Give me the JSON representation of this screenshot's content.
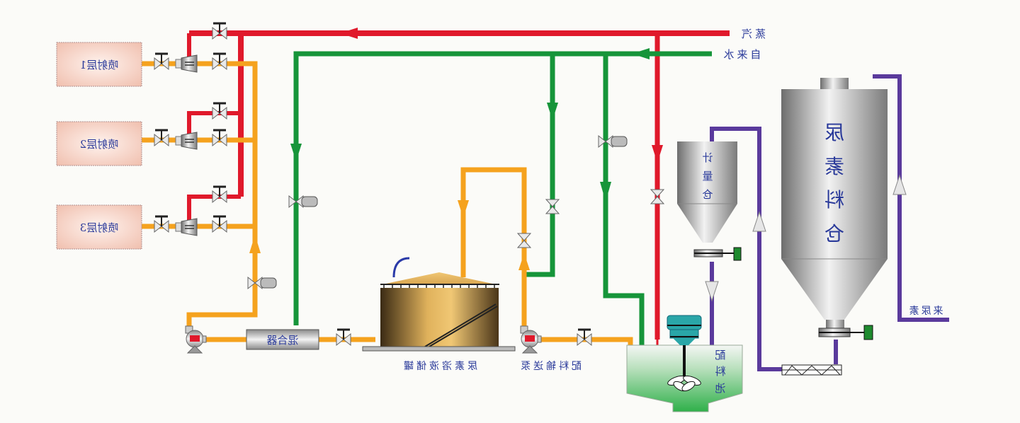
{
  "title": "尿素溶液配制与喷射系统流程图",
  "rendering_note": "mirrored",
  "colors": {
    "steam": "#e0192b",
    "water": "#16953a",
    "urea_solution": "#f5a21e",
    "urea_solid": "#5a3a9c",
    "label": "#2a3a9a",
    "spray_box": "#f2c7b6",
    "mix_tank_liquid": "#3db54a",
    "agitator_motor": "#2aa6a8",
    "actuator": "#1e8a2e"
  },
  "legend": [
    {
      "key": "steam",
      "label": "蒸汽",
      "color": "#e0192b"
    },
    {
      "key": "water",
      "label": "自来水",
      "color": "#16953a"
    }
  ],
  "spray_layers": [
    {
      "label": "喷射层1"
    },
    {
      "label": "喷射层2"
    },
    {
      "label": "喷射层3"
    }
  ],
  "equipment": {
    "mixer": "混合器",
    "storage_tank": "尿素溶液储罐",
    "transfer_pump": "配料输送泵",
    "mixing_tank": "配料池",
    "metering_bin": "计量仓",
    "urea_silo": "尿素料仓",
    "urea_inlet": "来尿素"
  },
  "labels": {
    "mixing_tank_chars": [
      "配",
      "料",
      "池"
    ],
    "metering_bin_chars": [
      "计",
      "量",
      "仓"
    ],
    "urea_silo_chars": [
      "尿",
      "素",
      "料",
      "仓"
    ]
  }
}
